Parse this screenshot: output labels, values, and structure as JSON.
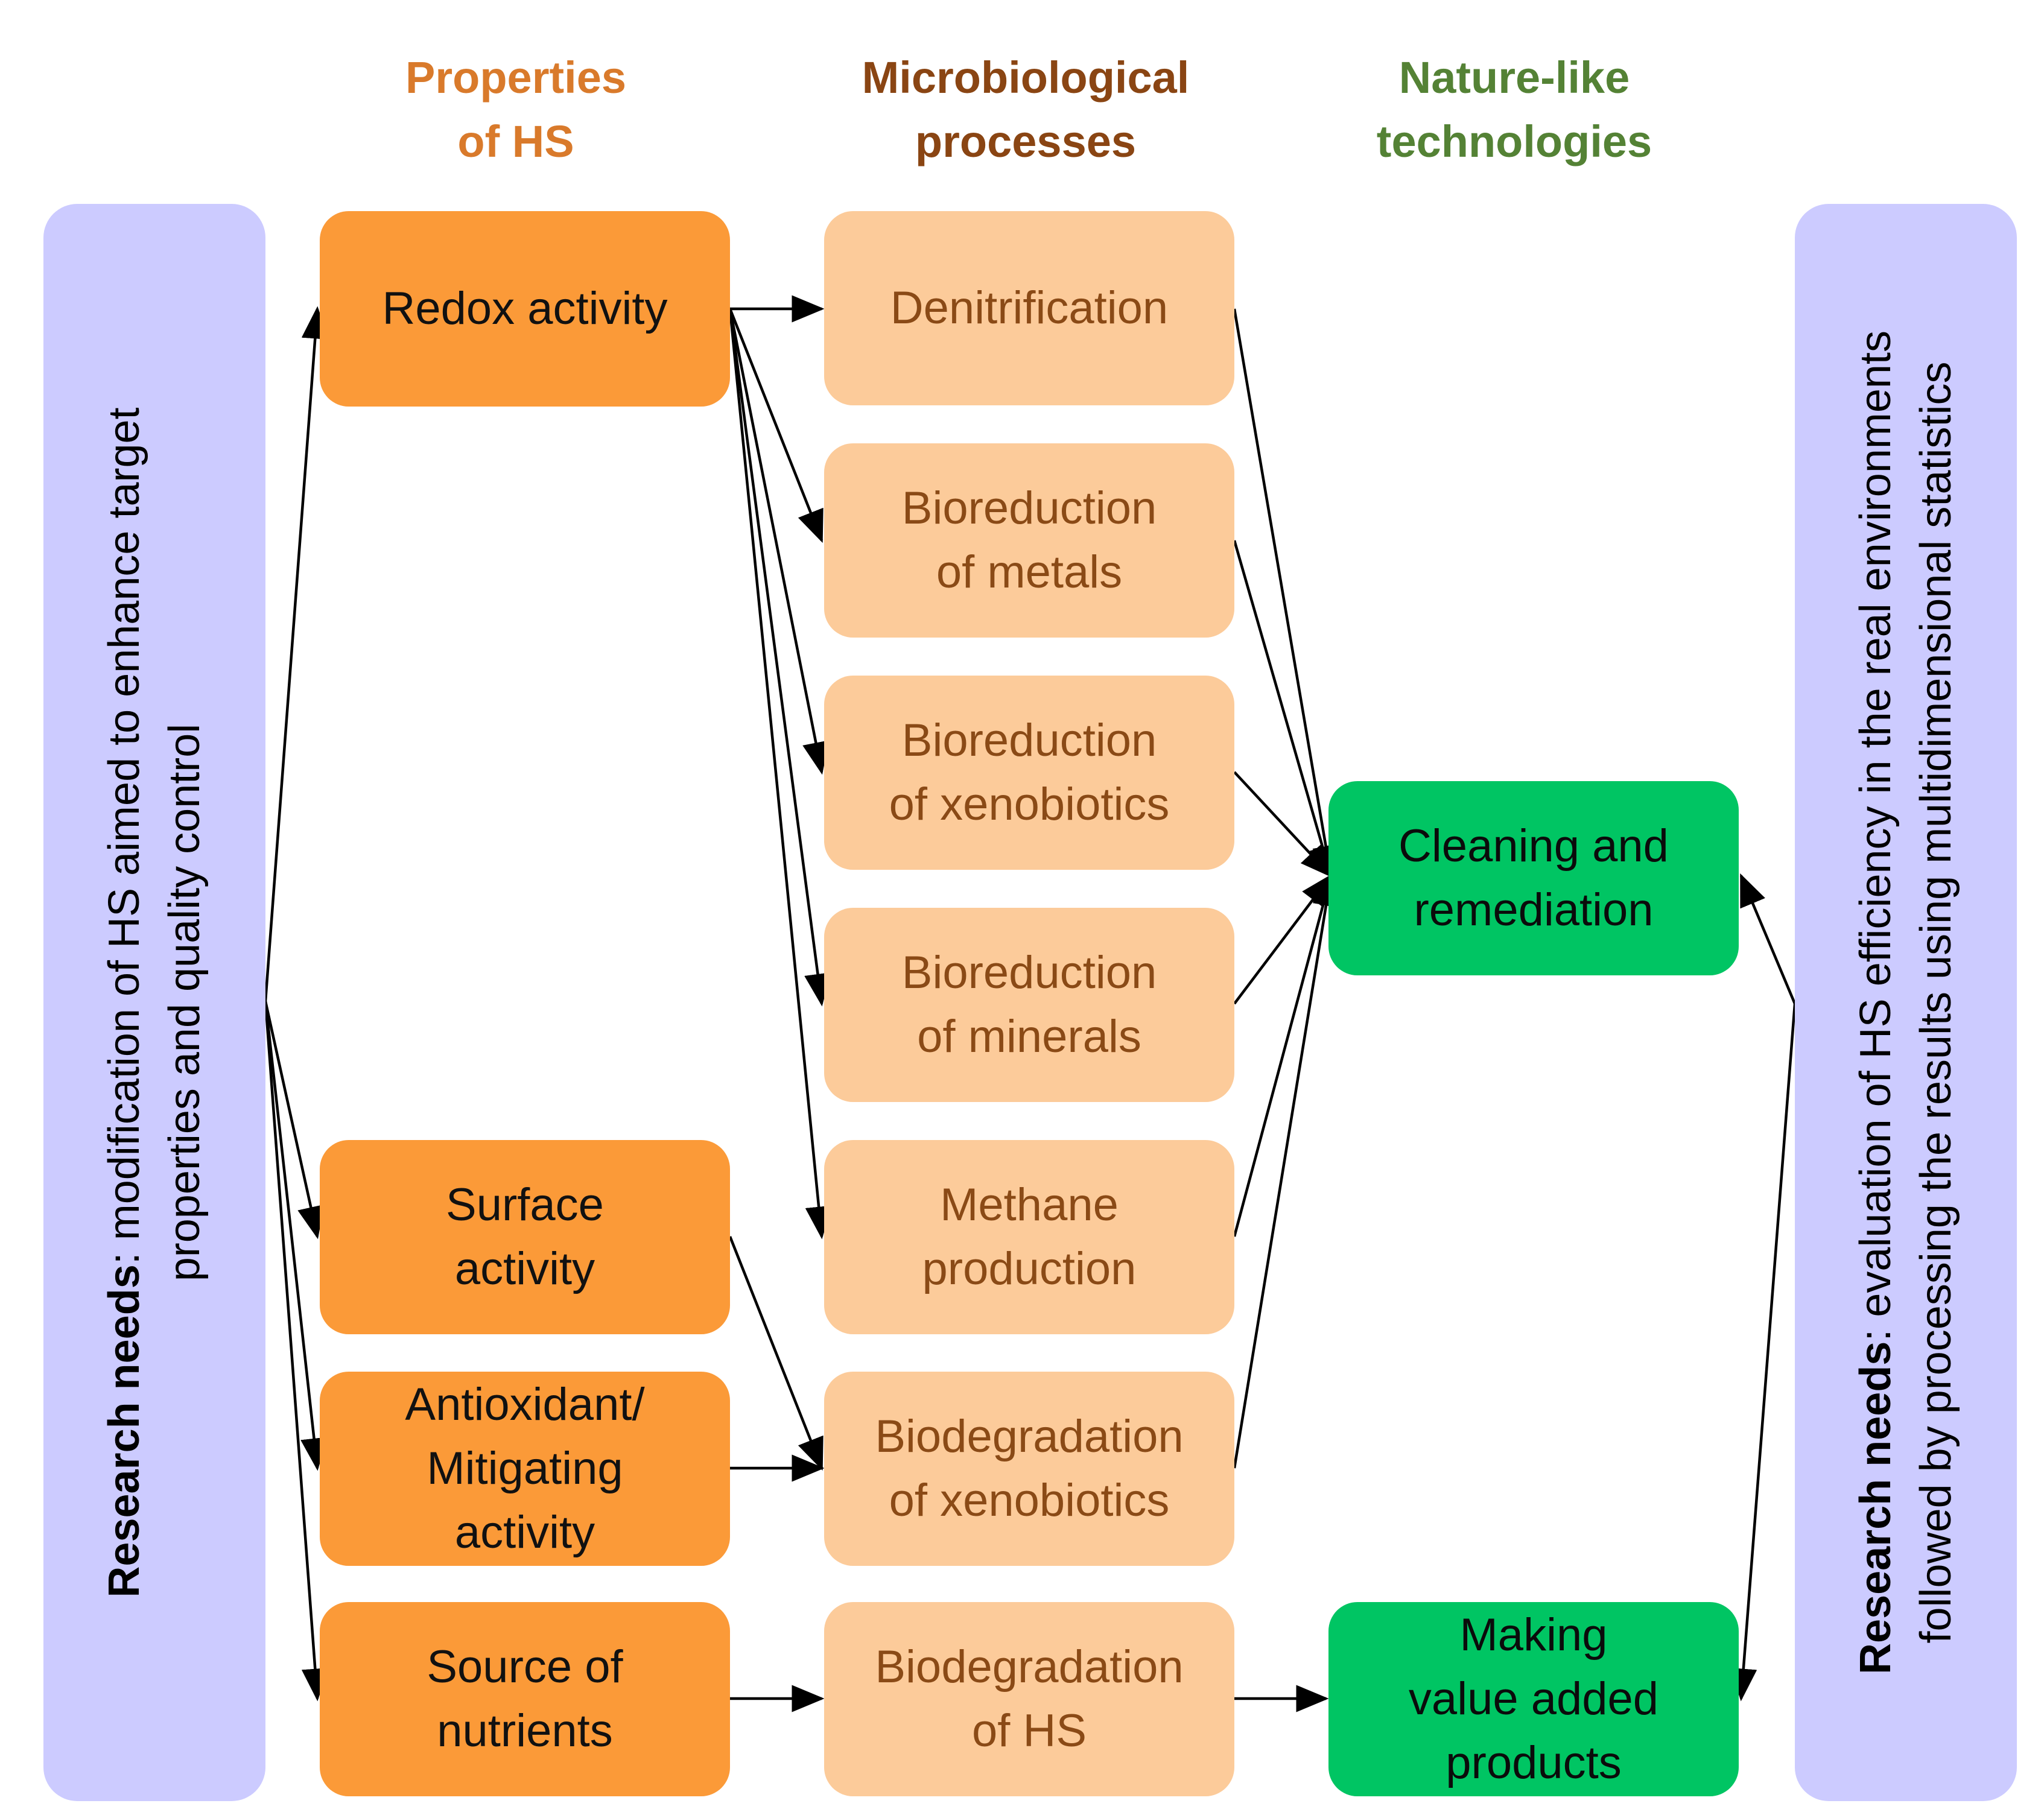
{
  "headers": {
    "properties": [
      "Properties",
      "of HS"
    ],
    "microbiological": [
      "Microbiological",
      "processes"
    ],
    "nature_like": [
      "Nature-like",
      "technologies"
    ]
  },
  "left_panel": {
    "label": "Research needs",
    "text_line1": ": modification of HS aimed to enhance target",
    "text_line2": "properties and quality control"
  },
  "right_panel": {
    "label": "Research needs",
    "text_line1": ": evaluation of HS efficiency in the real environments",
    "text_line2": "followed by processing the results using multidimensional statistics"
  },
  "properties": [
    {
      "id": "redox",
      "lines": [
        "Redox activity"
      ]
    },
    {
      "id": "surface",
      "lines": [
        "Surface",
        "activity"
      ]
    },
    {
      "id": "antioxidant",
      "lines": [
        "Antioxidant/",
        "Mitigating",
        "activity"
      ]
    },
    {
      "id": "nutrients",
      "lines": [
        "Source of",
        "nutrients"
      ]
    }
  ],
  "processes": [
    {
      "id": "denitrification",
      "lines": [
        "Denitrification"
      ]
    },
    {
      "id": "bioreduction-metals",
      "lines": [
        "Bioreduction",
        "of metals"
      ]
    },
    {
      "id": "bioreduction-xenobiotics",
      "lines": [
        "Bioreduction",
        "of xenobiotics"
      ]
    },
    {
      "id": "bioreduction-minerals",
      "lines": [
        "Bioreduction",
        "of minerals"
      ]
    },
    {
      "id": "methane",
      "lines": [
        "Methane",
        "production"
      ]
    },
    {
      "id": "biodegradation-xenobiotics",
      "lines": [
        "Biodegradation",
        "of xenobiotics"
      ]
    },
    {
      "id": "biodegradation-hs",
      "lines": [
        "Biodegradation",
        "of HS"
      ]
    }
  ],
  "technologies": [
    {
      "id": "cleaning",
      "lines": [
        "Cleaning and",
        "remediation"
      ]
    },
    {
      "id": "value-added",
      "lines": [
        "Making",
        "value added",
        "products"
      ]
    }
  ],
  "colors": {
    "properties_fill": "#fb9a38",
    "processes_fill": "#fccb9a",
    "technologies_fill": "#00c563",
    "panels_fill": "#cccbff",
    "header_properties": "#d97a2b",
    "header_processes": "#8a4513",
    "header_technologies": "#548235"
  },
  "edges": [
    [
      "left-panel",
      "redox"
    ],
    [
      "left-panel",
      "surface"
    ],
    [
      "left-panel",
      "antioxidant"
    ],
    [
      "left-panel",
      "nutrients"
    ],
    [
      "redox",
      "denitrification"
    ],
    [
      "redox",
      "bioreduction-metals"
    ],
    [
      "redox",
      "bioreduction-xenobiotics"
    ],
    [
      "redox",
      "bioreduction-minerals"
    ],
    [
      "redox",
      "methane"
    ],
    [
      "surface",
      "biodegradation-xenobiotics"
    ],
    [
      "antioxidant",
      "biodegradation-xenobiotics"
    ],
    [
      "nutrients",
      "biodegradation-hs"
    ],
    [
      "denitrification",
      "cleaning"
    ],
    [
      "bioreduction-metals",
      "cleaning"
    ],
    [
      "bioreduction-xenobiotics",
      "cleaning"
    ],
    [
      "bioreduction-minerals",
      "cleaning"
    ],
    [
      "methane",
      "cleaning"
    ],
    [
      "biodegradation-xenobiotics",
      "cleaning"
    ],
    [
      "biodegradation-hs",
      "value-added"
    ],
    [
      "right-panel",
      "cleaning"
    ],
    [
      "right-panel",
      "value-added"
    ]
  ]
}
